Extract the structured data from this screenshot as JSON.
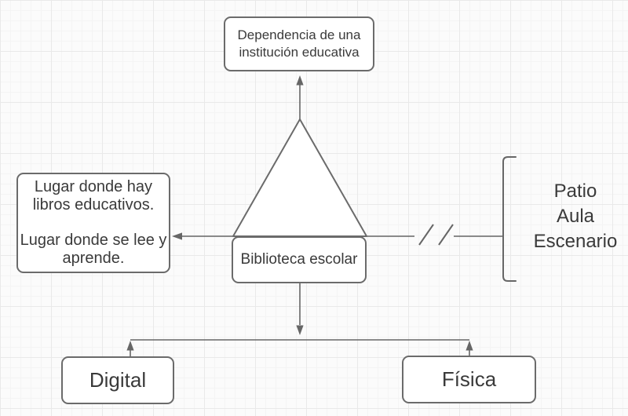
{
  "diagram": {
    "title": "Biblioteca escolar concept map",
    "nodes": {
      "top": {
        "label": "Dependencia de una institución educativa"
      },
      "left": {
        "para1": "Lugar donde hay libros educativos.",
        "para2": "Lugar donde se lee y aprende."
      },
      "center": {
        "label": "Biblioteca escolar"
      },
      "digital": {
        "label": "Digital"
      },
      "fisica": {
        "label": "Física"
      }
    },
    "right_group": {
      "lines": [
        "Patio",
        "Aula",
        "Escenario"
      ]
    },
    "colors": {
      "stroke": "#6b6b6b",
      "line": "#666666",
      "text": "#3a3a3a",
      "node_background": "#ffffff",
      "canvas_background": "#fbfbfb",
      "grid_minor": "#f4f4f4",
      "grid_major": "#e9e9e9"
    }
  }
}
